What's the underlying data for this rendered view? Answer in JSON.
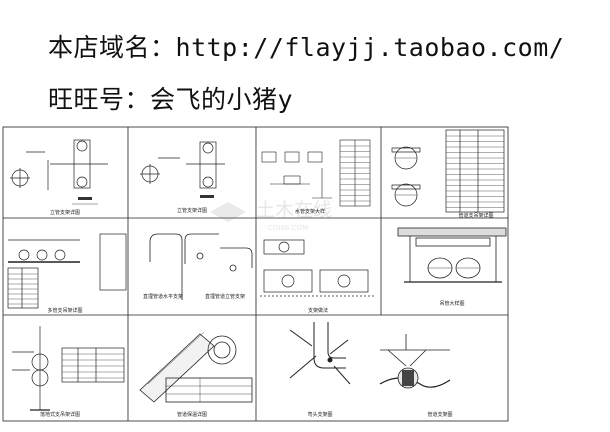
{
  "header": {
    "shop_label": "本店域名：",
    "shop_url": "http://flayjj.taobao.com/",
    "wangwang_label": "旺旺号：",
    "wangwang_id": "会飞的小猪y"
  },
  "panels": [
    {
      "id": "p1",
      "title": "立管支架详图"
    },
    {
      "id": "p2",
      "title": "立管支架详图"
    },
    {
      "id": "p3",
      "title": "水管支架大样"
    },
    {
      "id": "p4",
      "title": "管道支吊架详图"
    },
    {
      "id": "p5",
      "title": "多管支吊架详图"
    },
    {
      "id": "p6",
      "title": "直埋管道水平支架"
    },
    {
      "id": "p7",
      "title": "直埋管道立管支架"
    },
    {
      "id": "p8",
      "title": "支架做法"
    },
    {
      "id": "p9",
      "title": "吊管大样图"
    },
    {
      "id": "p10",
      "title": "落地式支吊架详图"
    },
    {
      "id": "p11",
      "title": "管道保温详图"
    },
    {
      "id": "p12",
      "title": "弯头支架图"
    },
    {
      "id": "p13",
      "title": "管道支架图"
    }
  ],
  "watermark": {
    "text": "土木在线",
    "subtext": "COI88.COM"
  }
}
